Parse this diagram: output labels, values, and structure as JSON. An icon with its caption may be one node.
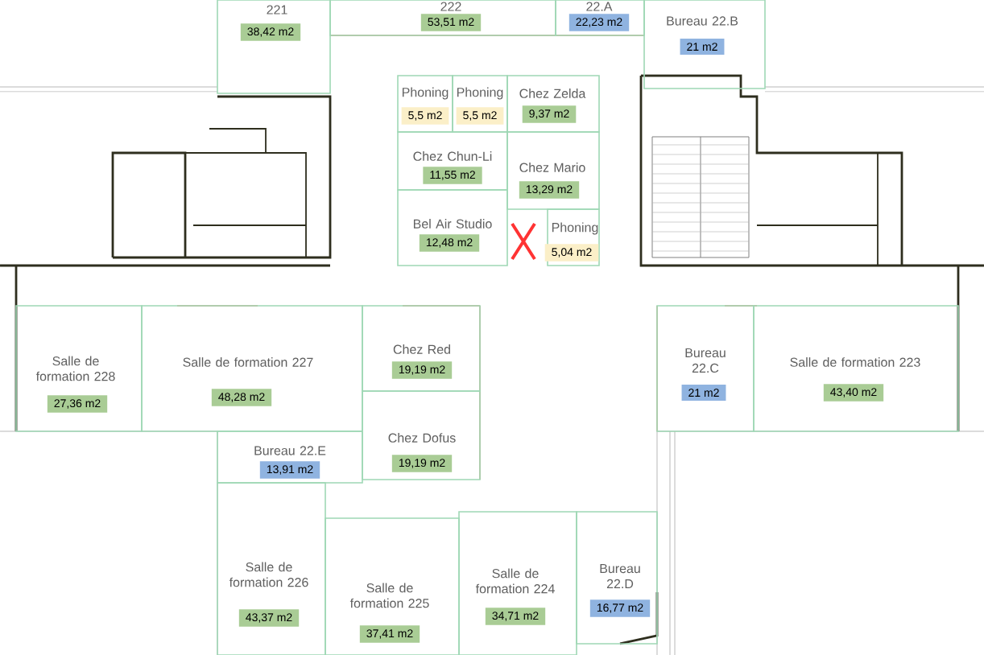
{
  "diagram": {
    "nodes": [
      {
        "text": [
          "221",
          "38,42 m2"
        ]
      },
      {
        "text": [
          "222",
          "53,51 m2"
        ]
      },
      {
        "text": [
          "22.A",
          "22,23 m2"
        ]
      },
      {
        "text": [
          "Bureau 22.B",
          "21 m2"
        ]
      },
      {
        "text": [
          "Phoning",
          "5,5 m2"
        ]
      },
      {
        "text": [
          "Phoning",
          "5,5 m2"
        ]
      },
      {
        "text": [
          "Chez Zelda",
          "9,37 m2"
        ]
      },
      {
        "text": [
          "Chez Chun-Li",
          "11,55 m2"
        ]
      },
      {
        "text": [
          "Chez Mario",
          "13,29 m2"
        ]
      },
      {
        "text": [
          "Bel Air Studio",
          "12,48 m2"
        ]
      },
      {
        "text": [
          "Phoning",
          "5,04 m2"
        ]
      },
      {
        "text": [
          "Salle de formation 228",
          "27,36 m2"
        ]
      },
      {
        "text": [
          "Salle de formation 227",
          "48,28 m2"
        ]
      },
      {
        "text": [
          "Chez Red",
          "19,19 m2"
        ]
      },
      {
        "text": [
          "Bureau 22.E",
          "13,91 m2"
        ]
      },
      {
        "text": [
          "Chez Dofus",
          "19,19 m2"
        ]
      },
      {
        "text": [
          "Bureau 22.C",
          "21 m2"
        ]
      },
      {
        "text": [
          "Salle de formation 223",
          "43,40 m2"
        ]
      },
      {
        "text": [
          "Salle de formation 226",
          "43,37 m2"
        ]
      },
      {
        "text": [
          "Salle de formation 225",
          "37,41 m2"
        ]
      },
      {
        "text": [
          "Salle de formation 224",
          "34,71 m2"
        ]
      },
      {
        "text": [
          "Bureau 22.D",
          "16,77 m2"
        ]
      }
    ]
  }
}
